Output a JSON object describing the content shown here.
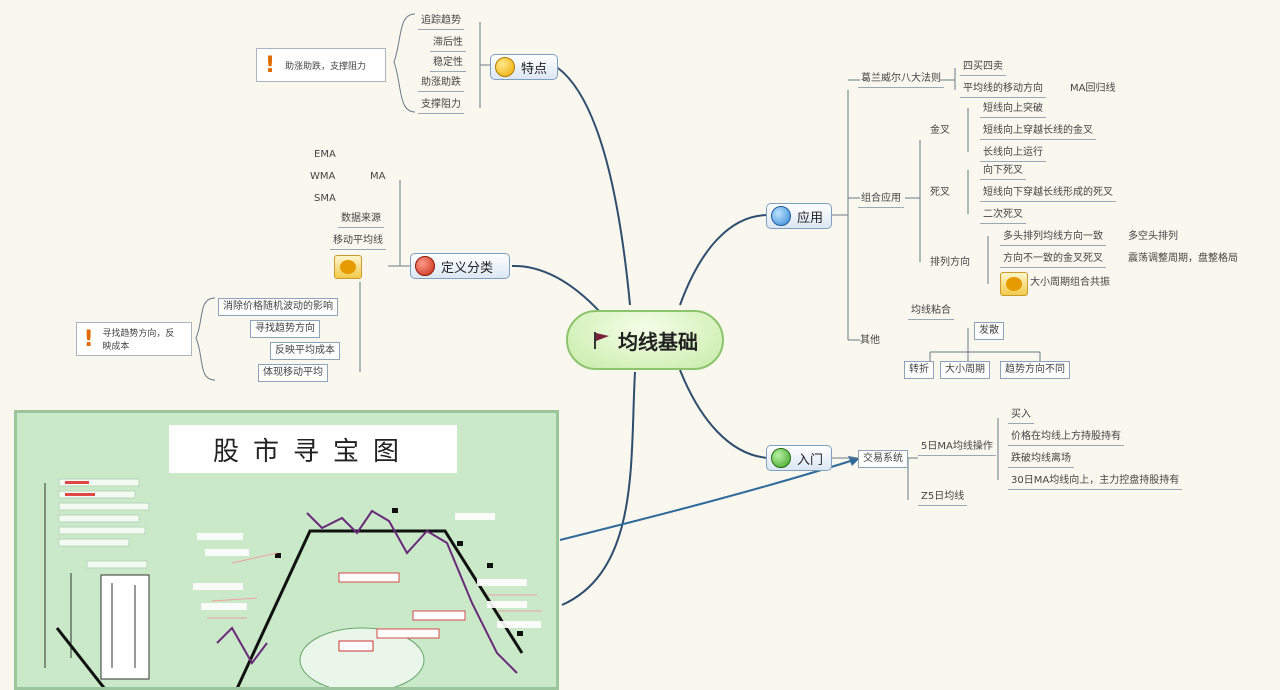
{
  "center": {
    "label": "均线基础"
  },
  "branches": {
    "features": {
      "label": "特点",
      "items": [
        "追踪趋势",
        "滞后性",
        "稳定性",
        "助涨助跌",
        "支撑阻力"
      ],
      "note": "助涨助跌，支撑阻力"
    },
    "definition": {
      "label": "定义分类",
      "types": [
        "EMA",
        "WMA",
        "SMA"
      ],
      "ma_label": "MA",
      "items": [
        "数据来源",
        "移动平均线"
      ],
      "principle_items": [
        "消除价格随机波动的影响",
        "寻找趋势方向",
        "反映平均成本",
        "体现移动平均"
      ],
      "note": "寻找趋势方向，反映成本"
    },
    "application": {
      "label": "应用",
      "group1": {
        "label": "葛兰威尔八大法则",
        "items": [
          "四买四卖",
          "平均线的移动方向"
        ],
        "extra": "MA回归线"
      },
      "group2": {
        "label": "组合应用",
        "golden": {
          "label": "金叉",
          "items": [
            "短线向上突破",
            "短线向上穿越长线的金叉",
            "长线向上运行"
          ]
        },
        "dead": {
          "label": "死叉",
          "items": [
            "向下死叉",
            "短线向下穿越长线形成的死叉",
            "二次死叉"
          ]
        },
        "arrange": {
          "label": "排列方向",
          "items": [
            "多头排列均线方向一致",
            "方向不一致的金叉死叉",
            "大小周期组合共振"
          ],
          "side1": "多空头排列",
          "side2": "震荡调整周期，盘整格局"
        }
      },
      "group3": {
        "label": "其他",
        "top": "均线粘合",
        "mid": "发散",
        "bottom": [
          "转折",
          "大小周期",
          "趋势方向不同"
        ]
      }
    },
    "intro": {
      "label": "入门",
      "sub": "交易系统",
      "g1": "5日MA均线操作",
      "g1_items": [
        "买入",
        "价格在均线上方持股持有",
        "跌破均线离场",
        "30日MA均线向上，主力控盘持股持有"
      ],
      "g2": "Z5日均线"
    }
  },
  "poster": {
    "title": "股市寻宝图"
  },
  "colors": {
    "branch_line": "#3c5a7a",
    "accent": "#8cc46c",
    "poster_bg": "#c9e9c9"
  }
}
